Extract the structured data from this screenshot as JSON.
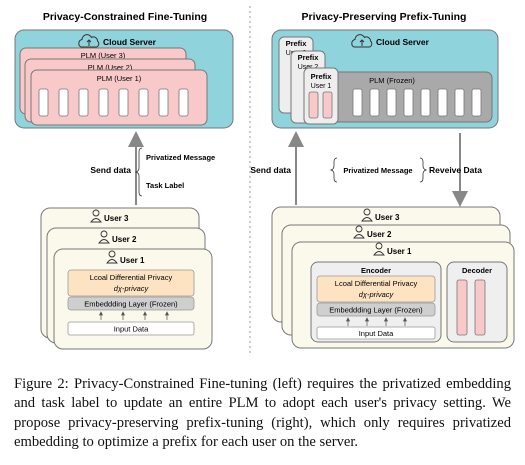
{
  "left_panel": {
    "title": "Privacy-Constrained Fine-Tuning",
    "cloud_server": "Cloud Server",
    "plm_layers": [
      "PLM (User 3)",
      "PLM (User 2)",
      "PLM (User 1)"
    ],
    "send_data": "Send data",
    "privatized_message": "Privatized Message",
    "task_label": "Task Label",
    "users": [
      "User 3",
      "User 2",
      "User 1"
    ],
    "ldp_line1": "Lcoal Differential Privacy",
    "ldp_line2": "dχ-privacy",
    "embedding_layer": "Embeddding Layer (Frozen)",
    "input_data": "Input Data"
  },
  "right_panel": {
    "title": "Privacy-Preserving Prefix-Tuning",
    "cloud_server": "Cloud Server",
    "prefixes": [
      {
        "label": "Prefix",
        "user": "User 3"
      },
      {
        "label": "Prefix",
        "user": "User 2"
      },
      {
        "label": "Prefix",
        "user": "User 1"
      }
    ],
    "plm_frozen": "PLM (Frozen)",
    "send_data": "Send data",
    "privatized_message": "Privatized Message",
    "receive_data": "Reveive Data",
    "users": [
      "User 3",
      "User 2",
      "User 1"
    ],
    "encoder": "Encoder",
    "decoder": "Decoder",
    "ldp_line1": "Lcoal Differential Privacy",
    "ldp_line2": "dχ-privacy",
    "embedding_layer": "Embeddding Layer (Frozen)",
    "input_data": "Input Data"
  },
  "caption": "Figure 2: Privacy-Constrained Fine-tuning (left) requires the privatized embedding and task label to update an entire PLM to adopt each user's privacy setting. We propose privacy-preserving prefix-tuning (right), which only requires privatized embedding to optimize a prefix for each user on the server.",
  "colors": {
    "cloud_bg": "#8fd3dc",
    "plm_pink": "#f9c9c9",
    "plm_gray": "#a9a9a9",
    "user_card": "#fbf8ec",
    "ldp_fill": "#fde3c2",
    "embedding_fill": "#cfcfcf",
    "prefix_fill": "#eeeeee"
  }
}
